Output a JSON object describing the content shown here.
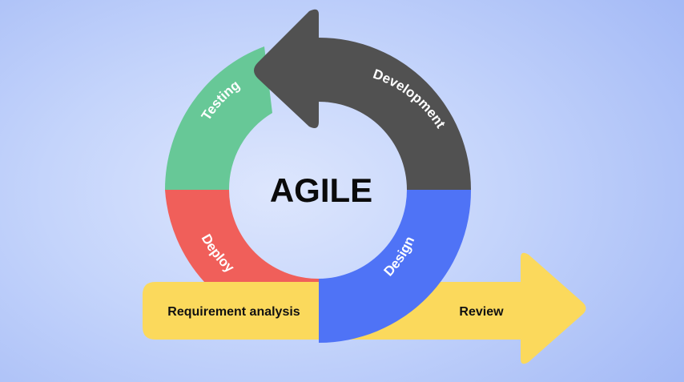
{
  "diagram": {
    "center_title": "AGILE",
    "phases": {
      "development": "Development",
      "testing": "Testing",
      "deploy": "Deploy",
      "design": "Design"
    },
    "bar": {
      "requirement": "Requirement analysis",
      "review": "Review"
    }
  },
  "colors": {
    "development": "#515151",
    "testing": "#67c897",
    "deploy": "#f05f5a",
    "design": "#4f73f6",
    "bar": "#fbd95c",
    "title": "#0b0b0b"
  }
}
